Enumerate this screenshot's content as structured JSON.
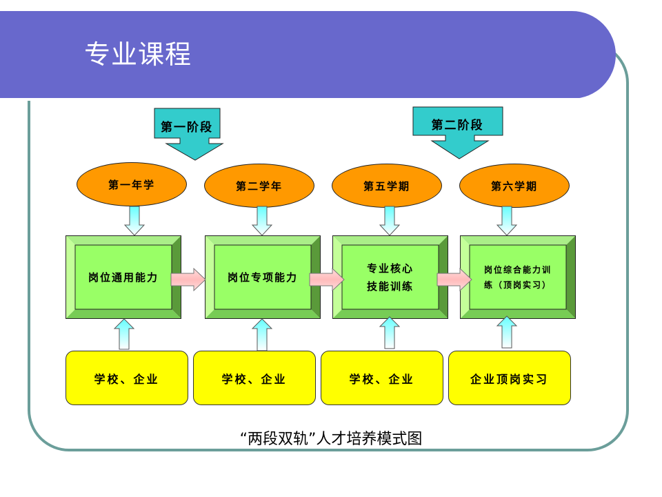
{
  "header": {
    "title": "专业课程"
  },
  "diagram": {
    "stages": [
      {
        "label": "第一阶段"
      },
      {
        "label": "第二阶段"
      }
    ],
    "periods": [
      {
        "label": "第一年学"
      },
      {
        "label": "第二学年"
      },
      {
        "label": "第五学期"
      },
      {
        "label": "第六学期"
      }
    ],
    "abilities": [
      {
        "label": "岗位通用能力"
      },
      {
        "label": "岗位专项能力"
      },
      {
        "label": "专业核心\n技能训练",
        "line1": "专业核心",
        "line2": "技能训练"
      },
      {
        "label": "岗位综合能力训练（顶岗实习）",
        "line1": "岗位综合能力训",
        "line2": "练（顶岗实习）"
      }
    ],
    "sources": [
      {
        "label": "学校、企业"
      },
      {
        "label": "学校、企业"
      },
      {
        "label": "学校、企业"
      },
      {
        "label": "企业顶岗实习"
      }
    ],
    "caption": "“两段双轨”人才培养模式图"
  },
  "colors": {
    "title_bar": "#6868cc",
    "frame": "#6b9e9a",
    "stage_box": "#33cccc",
    "period_ellipse": "#ff9900",
    "ability_box": "#99ff66",
    "source_box": "#ffff00",
    "flow_arrow": "#ffcccc",
    "vertical_arrow": "#66ffff"
  }
}
